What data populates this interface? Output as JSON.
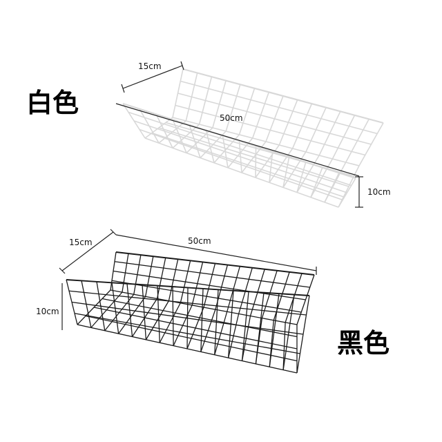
{
  "white_variant": {
    "color_label": "白色",
    "depth": "15cm",
    "length": "50cm",
    "height": "10cm",
    "wire_color": "#d8d8d8"
  },
  "black_variant": {
    "color_label": "黑色",
    "depth": "15cm",
    "length": "50cm",
    "height": "10cm",
    "wire_color": "#1a1a1a"
  }
}
